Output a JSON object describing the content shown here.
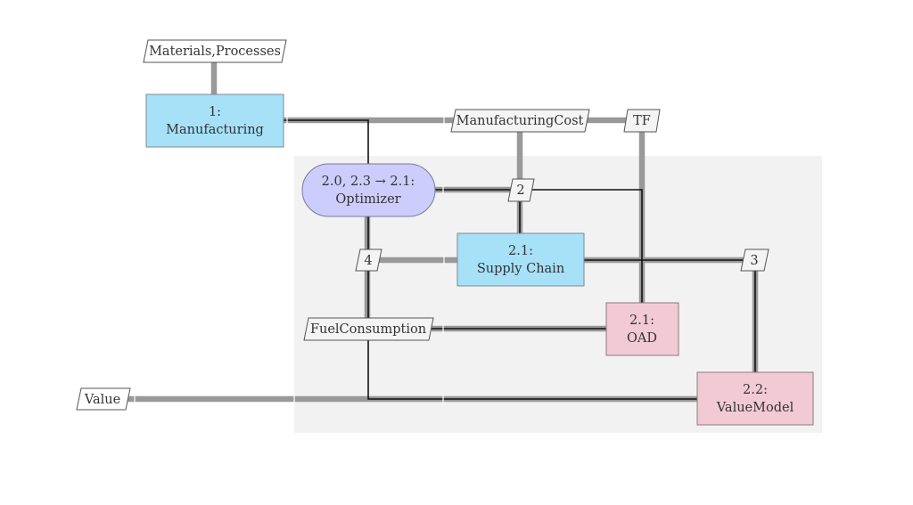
{
  "inputs": {
    "materials_processes": "Materials,Processes",
    "manufacturing_cost": "ManufacturingCost",
    "tf": "TF",
    "value": "Value",
    "fuel_consumption": "FuelConsumption"
  },
  "blocks": {
    "manufacturing": {
      "line1": "1:",
      "line2": "Manufacturing"
    },
    "optimizer": {
      "line1": "2.0, 2.3 → 2.1:",
      "line2": "Optimizer"
    },
    "supply_chain": {
      "line1": "2.1:",
      "line2": "Supply Chain"
    },
    "oad": {
      "line1": "2.1:",
      "line2": "OAD"
    },
    "value_model": {
      "line1": "2.2:",
      "line2": "ValueModel"
    }
  },
  "junctions": {
    "j2": "2",
    "j3": "3",
    "j4": "4"
  },
  "colors": {
    "group_background": "#f2f2f2",
    "function_block": "#a6e1f8",
    "optimizer_block": "#cccdfc",
    "analysis_block": "#f2cad6",
    "data_parallelogram": "#f4f4f4",
    "data_line": "#999999",
    "process_line": "#111111"
  }
}
